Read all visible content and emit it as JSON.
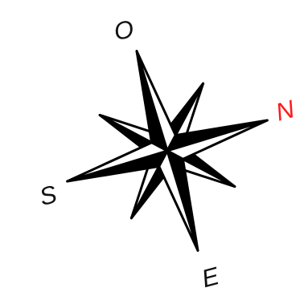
{
  "compass": {
    "labels": {
      "north": "N",
      "east": "E",
      "south": "S",
      "west": "O"
    },
    "colors": {
      "north_label": "#ff1a1a",
      "other_labels": "#111111",
      "star_fill": "#000000",
      "star_light": "#ffffff",
      "background": "#ffffff"
    },
    "icon": "compass-rose-icon"
  }
}
